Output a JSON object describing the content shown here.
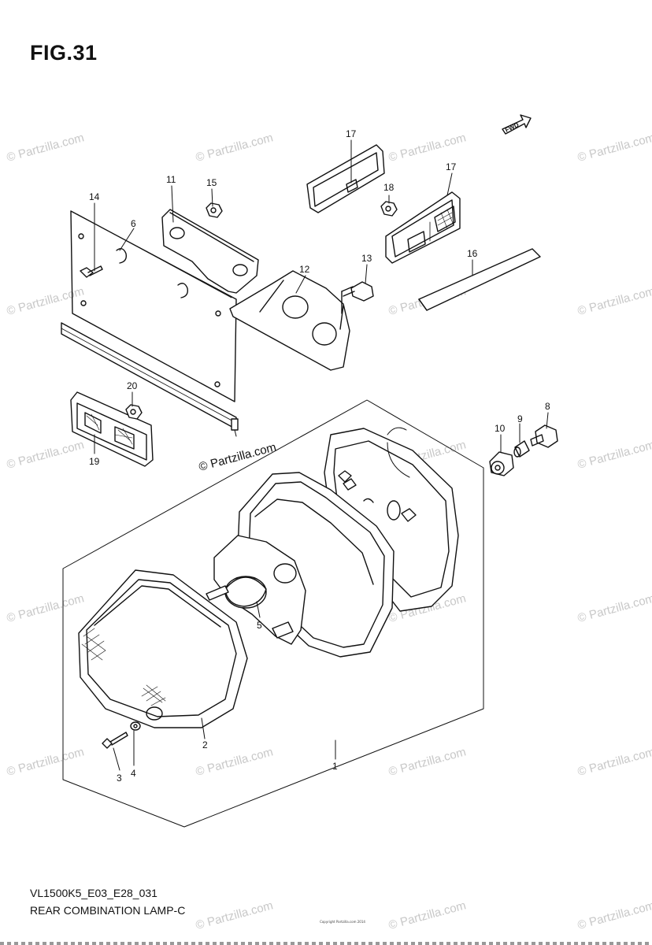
{
  "figure": {
    "title": "FIG.31"
  },
  "footer": {
    "model_code": "VL1500K5_E03_E28_031",
    "assembly_name": "REAR COMBINATION LAMP-C",
    "copyright": "Copyright Partzilla.com 2014"
  },
  "direction_label": "FWD",
  "watermark": {
    "text": "© Partzilla.com"
  },
  "callouts": [
    "1",
    "2",
    "3",
    "4",
    "5",
    "6",
    "8",
    "9",
    "10",
    "11",
    "12",
    "13",
    "14",
    "15",
    "16",
    "17",
    "17",
    "18",
    "19",
    "20"
  ],
  "colors": {
    "line": "#111111",
    "watermark": "#c8c8c8",
    "background": "#ffffff"
  }
}
